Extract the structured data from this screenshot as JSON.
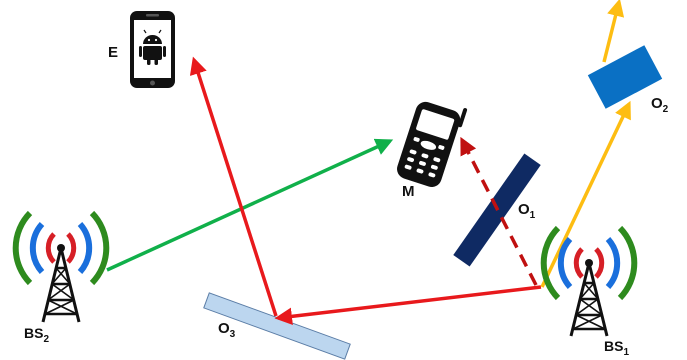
{
  "labels": {
    "bs1": {
      "main": "BS",
      "sub": "1"
    },
    "bs2": {
      "main": "BS",
      "sub": "2"
    },
    "eve": "E",
    "mobile": "M",
    "o1": {
      "main": "O",
      "sub": "1"
    },
    "o2": {
      "main": "O",
      "sub": "2"
    },
    "o3": {
      "main": "O",
      "sub": "3"
    }
  },
  "colors": {
    "red_path": "#e8191c",
    "green_path": "#10b04a",
    "yellow_path": "#fdbd12",
    "obstacle_o1": "#0f2a63",
    "obstacle_o2": "#0a70c4",
    "obstacle_o3": "#bcd6ef",
    "wave_red": "#d61f26",
    "wave_blue": "#1a6fdc",
    "wave_green": "#2e8b1e"
  },
  "icons": {
    "tower": "cell-tower-icon",
    "wave": "radio-waves-icon",
    "eve_device": "android-smartphone-icon",
    "mobile_device": "cell-phone-icon"
  }
}
